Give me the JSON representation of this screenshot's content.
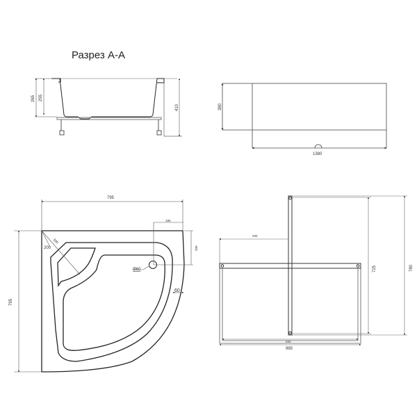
{
  "section": {
    "title": "Разрез А-А",
    "dims": {
      "total_rim": "265",
      "inner_depth": "255",
      "total_height": "410"
    }
  },
  "side_view": {
    "dims": {
      "height": "380",
      "length": "1380"
    }
  },
  "plan_view": {
    "dims": {
      "width": "795",
      "depth": "795",
      "drain_offset_x": "180",
      "drain_offset_y": "200",
      "corner_diag": "390",
      "corner_leg": "200",
      "drain_diameter": "Ø60",
      "rim_width": "60"
    }
  },
  "frame_view": {
    "dims": {
      "offset": "200",
      "inner_width": "930",
      "outer_width": "965",
      "inner_height": "725",
      "outer_height": "780"
    }
  },
  "colors": {
    "line": "#222222",
    "dim": "#555555"
  }
}
